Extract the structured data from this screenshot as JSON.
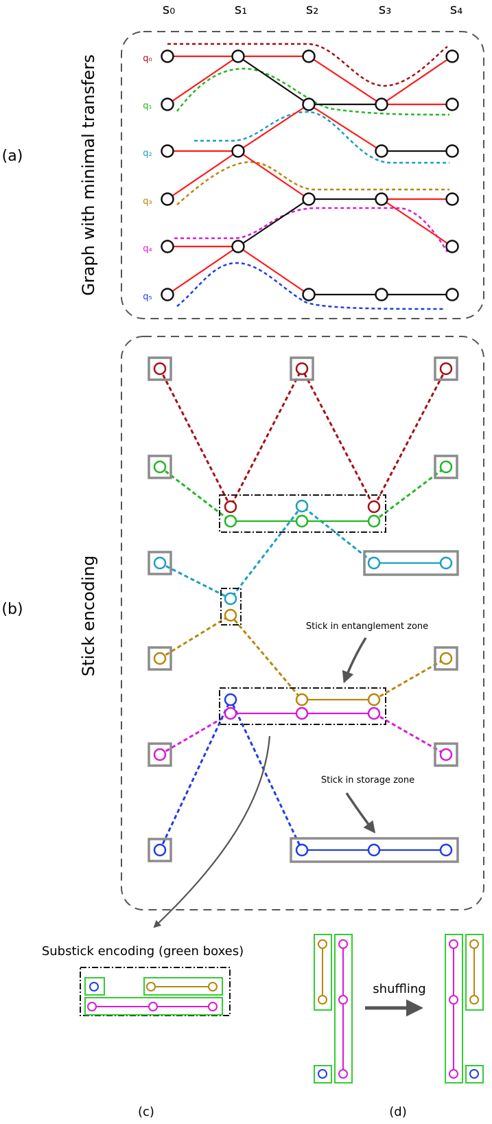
{
  "colors": {
    "q0": "#a50f15",
    "q1": "#22b722",
    "q2": "#1a9ec4",
    "q3": "#b8860b",
    "q4": "#d81bd8",
    "q5": "#1f3fe0",
    "red": "#ff1a1a",
    "gray": "#8c8c8c",
    "green_box": "#33cc33"
  },
  "stages": [
    "s₀",
    "s₁",
    "s₂",
    "s₃",
    "s₄"
  ],
  "qubits": [
    "q₀",
    "q₁",
    "q₂",
    "q₃",
    "q₄",
    "q₅"
  ],
  "panel_a": {
    "label": "(a)",
    "side_title": "Graph with minimal transfers"
  },
  "panel_b": {
    "label": "(b)",
    "side_title": "Stick encoding",
    "annotation_entanglement": "Stick in entanglement zone",
    "annotation_storage": "Stick in storage zone"
  },
  "panel_c": {
    "label": "(c)",
    "title": "Substick encoding (green boxes)"
  },
  "panel_d": {
    "label": "(d)",
    "arrow_label": "shuffling"
  }
}
